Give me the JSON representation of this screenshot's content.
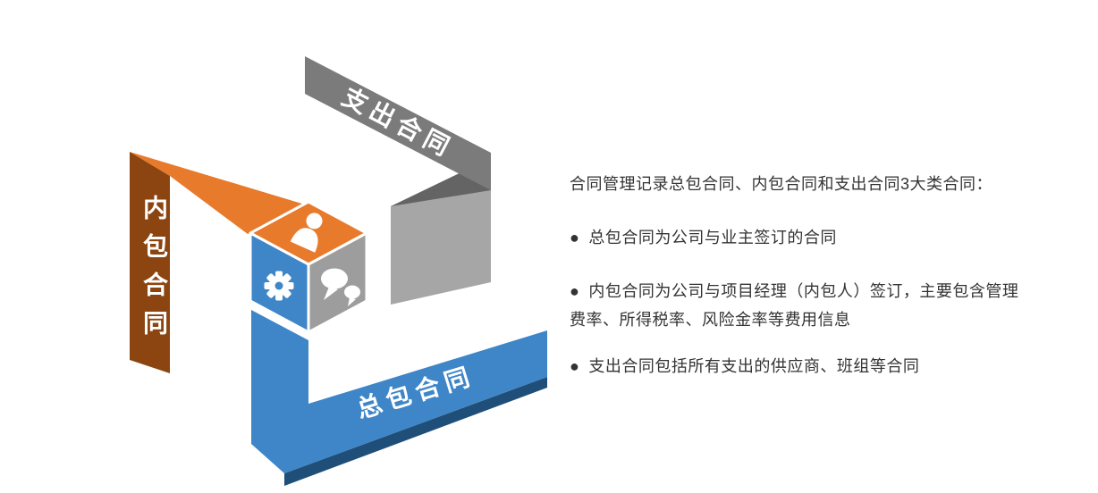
{
  "diagram": {
    "ribbons": {
      "expenditure": {
        "label": "支出合同"
      },
      "internal": {
        "label": "内包合同"
      },
      "general": {
        "label": "总包合同"
      }
    },
    "colors": {
      "orange": "#E87A2C",
      "brown": "#8C4511",
      "gray_band": "#7B7B7B",
      "gray_joint": "#646464",
      "gray_light": "#A6A6A6",
      "cube_top": "#E87A2C",
      "cube_left": "#3E86C8",
      "cube_right": "#9D9D9D",
      "blue": "#3E86C8",
      "blue_dark": "#1F4E79",
      "icon": "#FFFFFF"
    }
  },
  "content": {
    "title": "合同管理记录总包合同、内包合同和支出合同3大类合同：",
    "bullets": [
      {
        "marker": "●",
        "text": "总包合同为公司与业主签订的合同"
      },
      {
        "marker": "●",
        "text": "内包合同为公司与项目经理（内包人）签订，主要包含管理费率、所得税率、风险金率等费用信息"
      },
      {
        "marker": "●",
        "text": "支出合同包括所有支出的供应商、班组等合同"
      }
    ]
  }
}
